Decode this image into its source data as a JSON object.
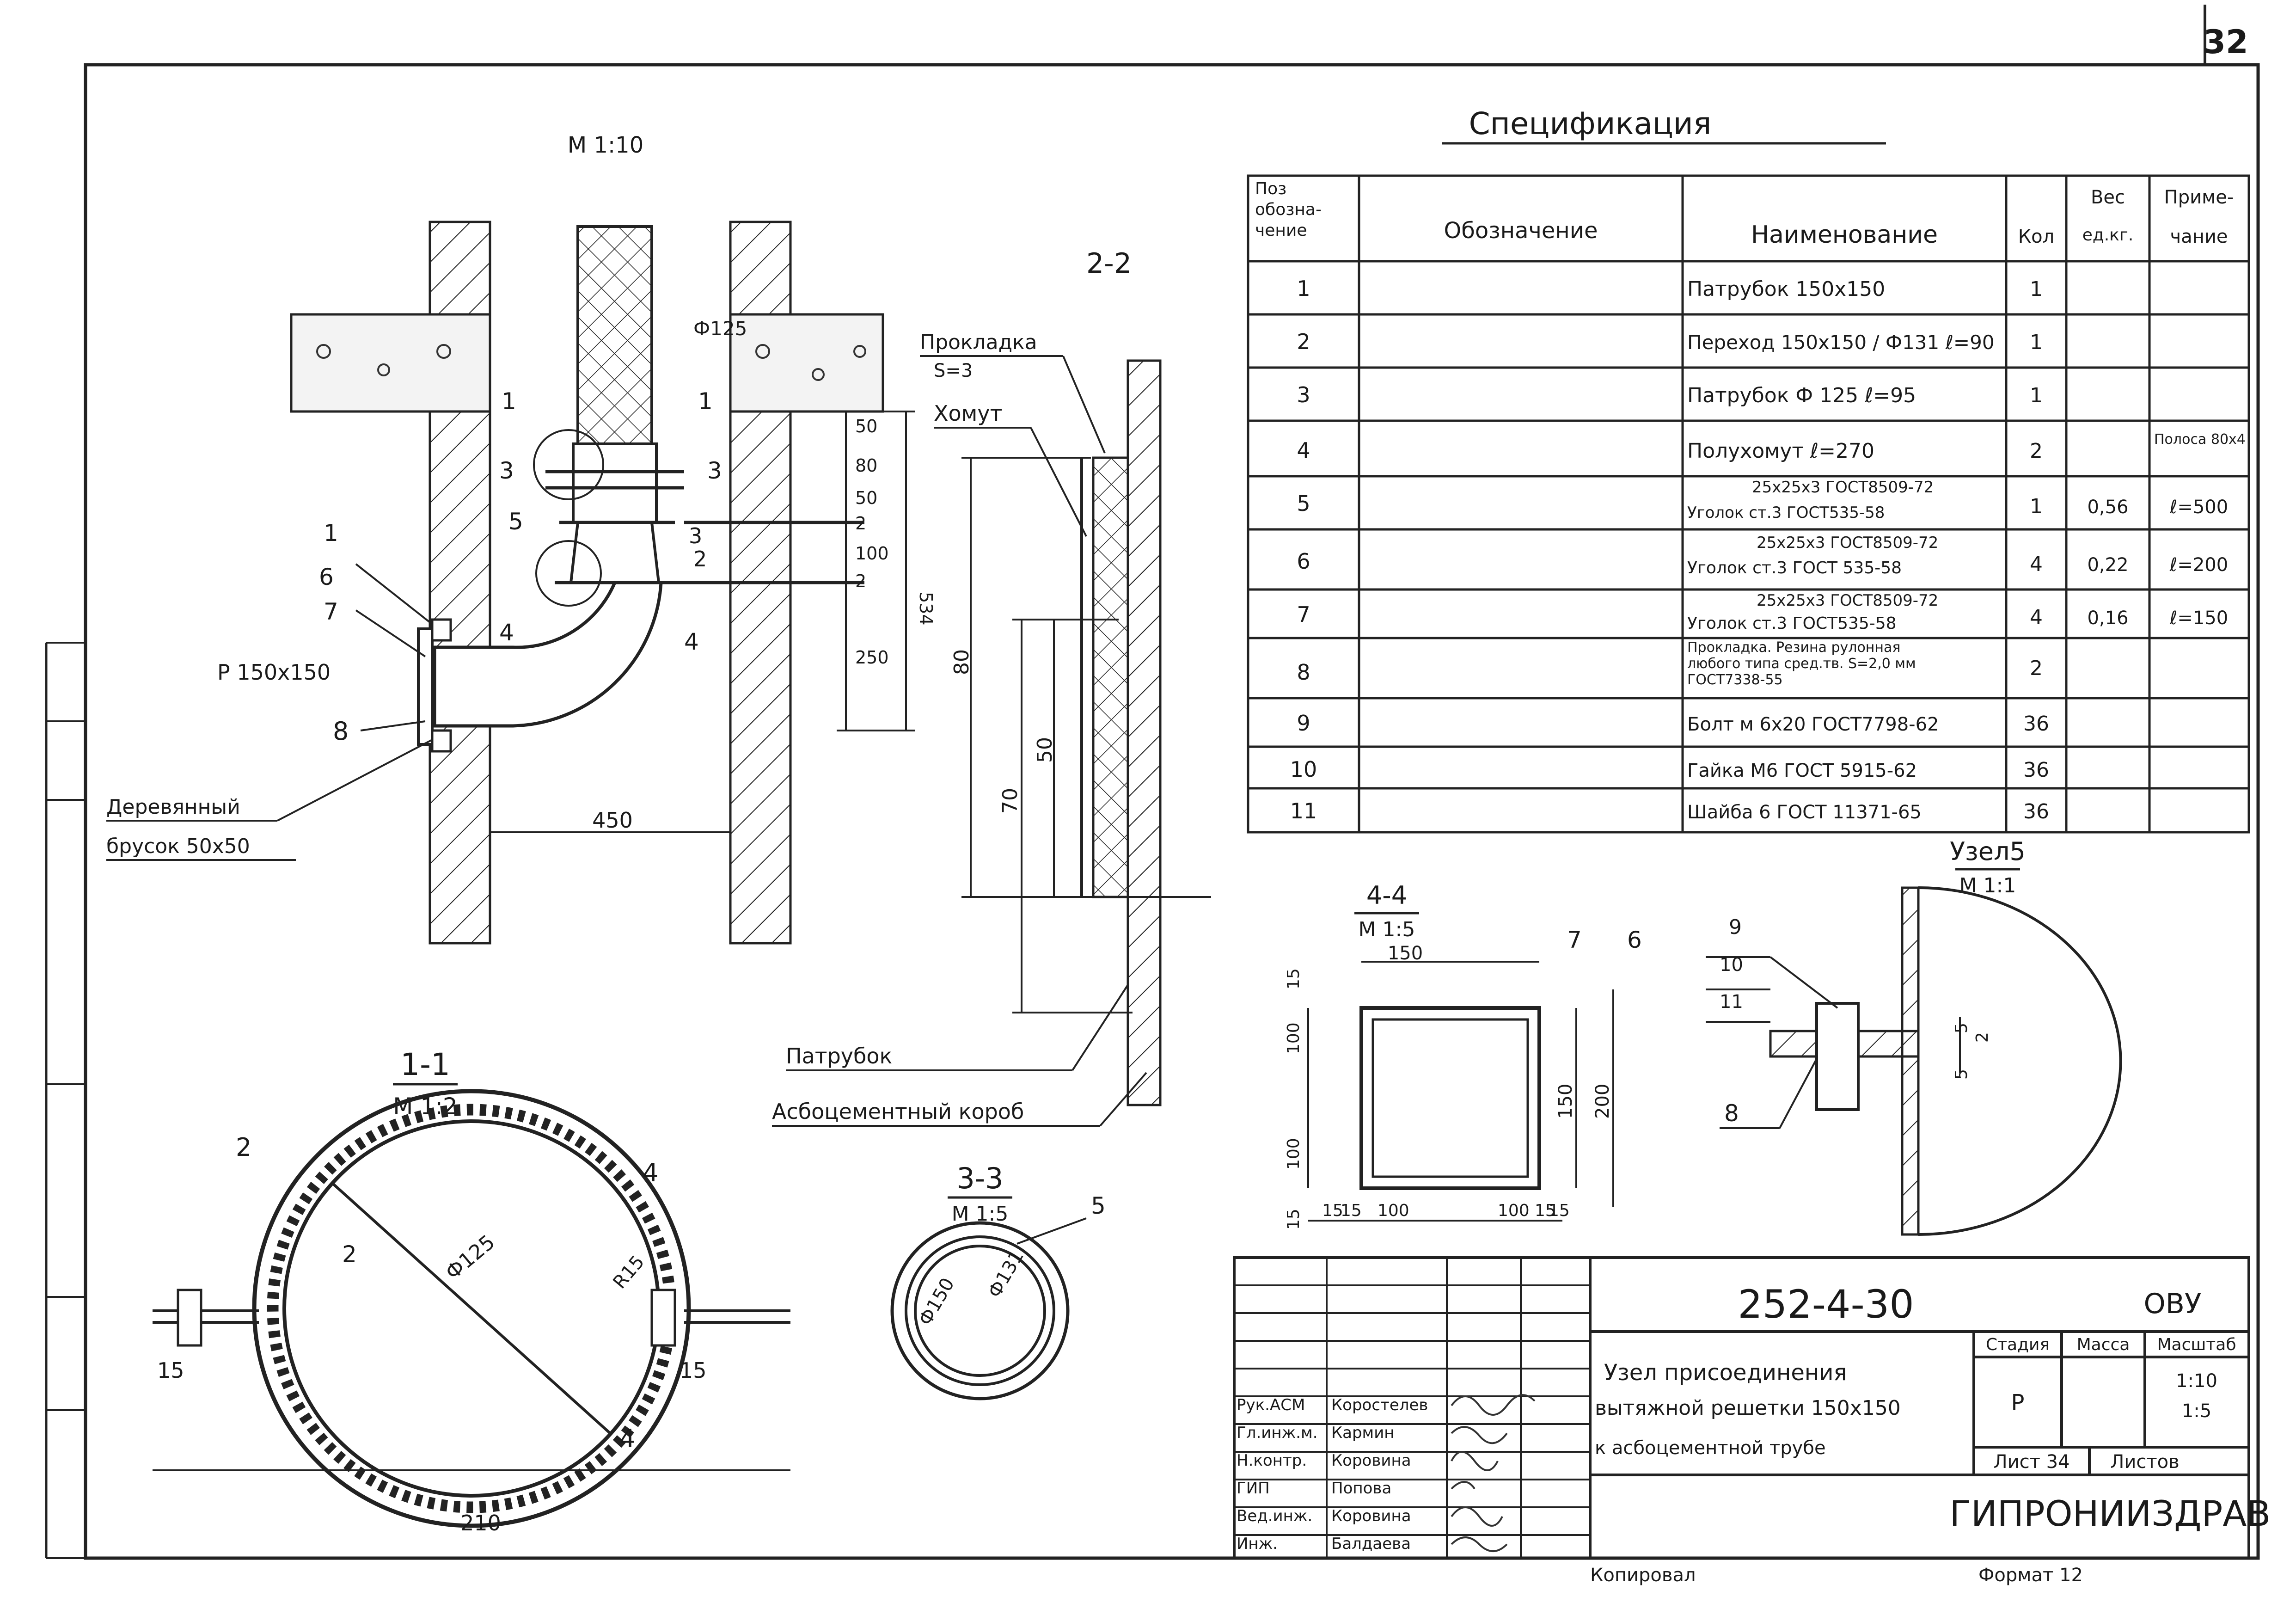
{
  "sheet_number": "32",
  "scales": {
    "main_view": "М 1:10",
    "uzel5": "М 1:1"
  },
  "specification": {
    "title": "Спецификация",
    "headers": {
      "pos": [
        "Поз",
        "обозна-",
        "чение"
      ],
      "designation": "Обозначение",
      "name": "Наименование",
      "qty": "Кол",
      "weight": [
        "Вес",
        "ед.кг."
      ],
      "note": [
        "Приме-",
        "чание"
      ]
    },
    "rows": [
      {
        "pos": "1",
        "name": [
          "Патрубок 150х150"
        ],
        "qty": "1",
        "weight": "",
        "note": ""
      },
      {
        "pos": "2",
        "name": [
          "Переход 150х150 / Ф131  ℓ=90"
        ],
        "qty": "1",
        "weight": "",
        "note": ""
      },
      {
        "pos": "3",
        "name": [
          "Патрубок Ф 125  ℓ=95"
        ],
        "qty": "1",
        "weight": "",
        "note": ""
      },
      {
        "pos": "4",
        "name": [
          "Полухомут      ℓ=270"
        ],
        "qty": "2",
        "weight": "",
        "note": "Полоса 80х4"
      },
      {
        "pos": "5",
        "name": [
          "25х25х3 ГОСТ8509-72",
          "Уголок ст.3 ГОСТ535-58"
        ],
        "qty": "1",
        "weight": "0,56",
        "note": "ℓ=500"
      },
      {
        "pos": "6",
        "name": [
          "25х25х3 ГОСТ8509-72",
          "Уголок ст.3 ГОСТ 535-58"
        ],
        "qty": "4",
        "weight": "0,22",
        "note": "ℓ=200"
      },
      {
        "pos": "7",
        "name": [
          "25х25х3 ГОСТ8509-72",
          "Уголок ст.3 ГОСТ535-58"
        ],
        "qty": "4",
        "weight": "0,16",
        "note": "ℓ=150"
      },
      {
        "pos": "8",
        "name": [
          "Прокладка. Резина рулонная",
          "любого типа сред.тв. S=2,0 мм",
          "ГОСТ7338-55"
        ],
        "qty": "2",
        "weight": "",
        "note": ""
      },
      {
        "pos": "9",
        "name": [
          "Болт м 6х20 ГОСТ7798-62"
        ],
        "qty": "36",
        "weight": "",
        "note": ""
      },
      {
        "pos": "10",
        "name": [
          "Гайка М6 ГОСТ 5915-62"
        ],
        "qty": "36",
        "weight": "",
        "note": ""
      },
      {
        "pos": "11",
        "name": [
          "Шайба 6  ГОСТ 11371-65"
        ],
        "qty": "36",
        "weight": "",
        "note": ""
      }
    ]
  },
  "main_view": {
    "labels": [
      "Ф125",
      "1",
      "1",
      "3",
      "3",
      "5",
      "3",
      "2",
      "4",
      "4",
      "1",
      "6",
      "7",
      "8",
      "Р 150х150",
      "450"
    ],
    "dims": [
      "50",
      "80",
      "50",
      "2",
      "100",
      "2",
      "250",
      "534"
    ],
    "wood_label": [
      "Деревянный",
      "брусок 50х50"
    ]
  },
  "section_22": {
    "title": "2-2",
    "labels": [
      "Прокладка",
      "S=3",
      "Хомут",
      "Патрубок",
      "Асбоцементный короб"
    ],
    "dims": [
      "80",
      "70",
      "50"
    ]
  },
  "section_11": {
    "title": "1-1",
    "scale": "М 1:2",
    "labels": [
      "2",
      "2",
      "4",
      "4",
      "Ф125",
      "R15",
      "15",
      "15",
      "210"
    ]
  },
  "section_33": {
    "title": "3-3",
    "scale": "М 1:5",
    "labels": [
      "5",
      "Ф150",
      "Ф131"
    ]
  },
  "section_44": {
    "title": "4-4",
    "scale": "М 1:5",
    "labels": [
      "150",
      "7",
      "6",
      "15",
      "100",
      "100",
      "15",
      "150",
      "200",
      "15",
      "15",
      "100",
      "100",
      "15",
      "15"
    ]
  },
  "uzel5": {
    "title": "Узел5",
    "scale": "М 1:1",
    "labels": [
      "9",
      "10",
      "11",
      "8",
      "5",
      "2",
      "5"
    ]
  },
  "title_block": {
    "code": "252-4-30",
    "section": "ОВУ",
    "description": [
      "Узел присоединения",
      "вытяжной решетки 150х150",
      "к асбоцементной трубе"
    ],
    "stage_header": "Стадия",
    "mass_header": "Масса",
    "scale_header": "Масштаб",
    "stage": "Р",
    "scale_values": [
      "1:10",
      "1:5"
    ],
    "sheet": "Лист 34",
    "sheets": "Листов",
    "org": "ГИПРОНИИЗДРАВ",
    "people": [
      {
        "role": "Рук.АСМ",
        "name": "Коростелев"
      },
      {
        "role": "Гл.инж.м.",
        "name": "Кармин"
      },
      {
        "role": "Н.контр.",
        "name": "Коровина"
      },
      {
        "role": "ГИП",
        "name": "Попова"
      },
      {
        "role": "Вед.инж.",
        "name": "Коровина"
      },
      {
        "role": "Инж.",
        "name": "Балдаева"
      }
    ],
    "copied": "Копировал",
    "format": "Формат 12"
  }
}
